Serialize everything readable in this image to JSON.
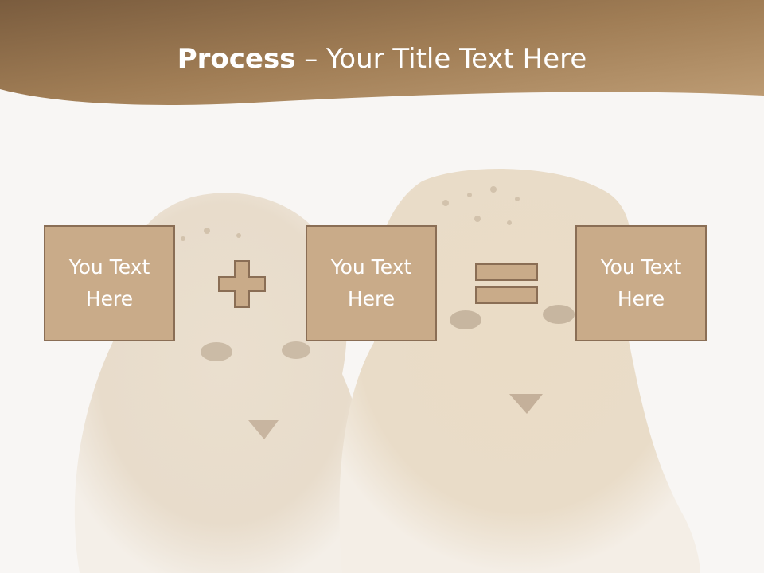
{
  "title": {
    "bold": "Process",
    "rest": " – Your Title Text Here"
  },
  "process": [
    {
      "text": "You Text\nHere"
    },
    {
      "text": "You Text\nHere"
    },
    {
      "text": "You Text\nHere"
    }
  ],
  "operators": [
    "plus-icon",
    "equals-icon"
  ],
  "colors": {
    "header_dark": "#8a6a47",
    "header_light": "#b7966e",
    "box_fill": "#c9ab89",
    "box_border": "#8a6e55",
    "background": "#f8f6f4"
  }
}
